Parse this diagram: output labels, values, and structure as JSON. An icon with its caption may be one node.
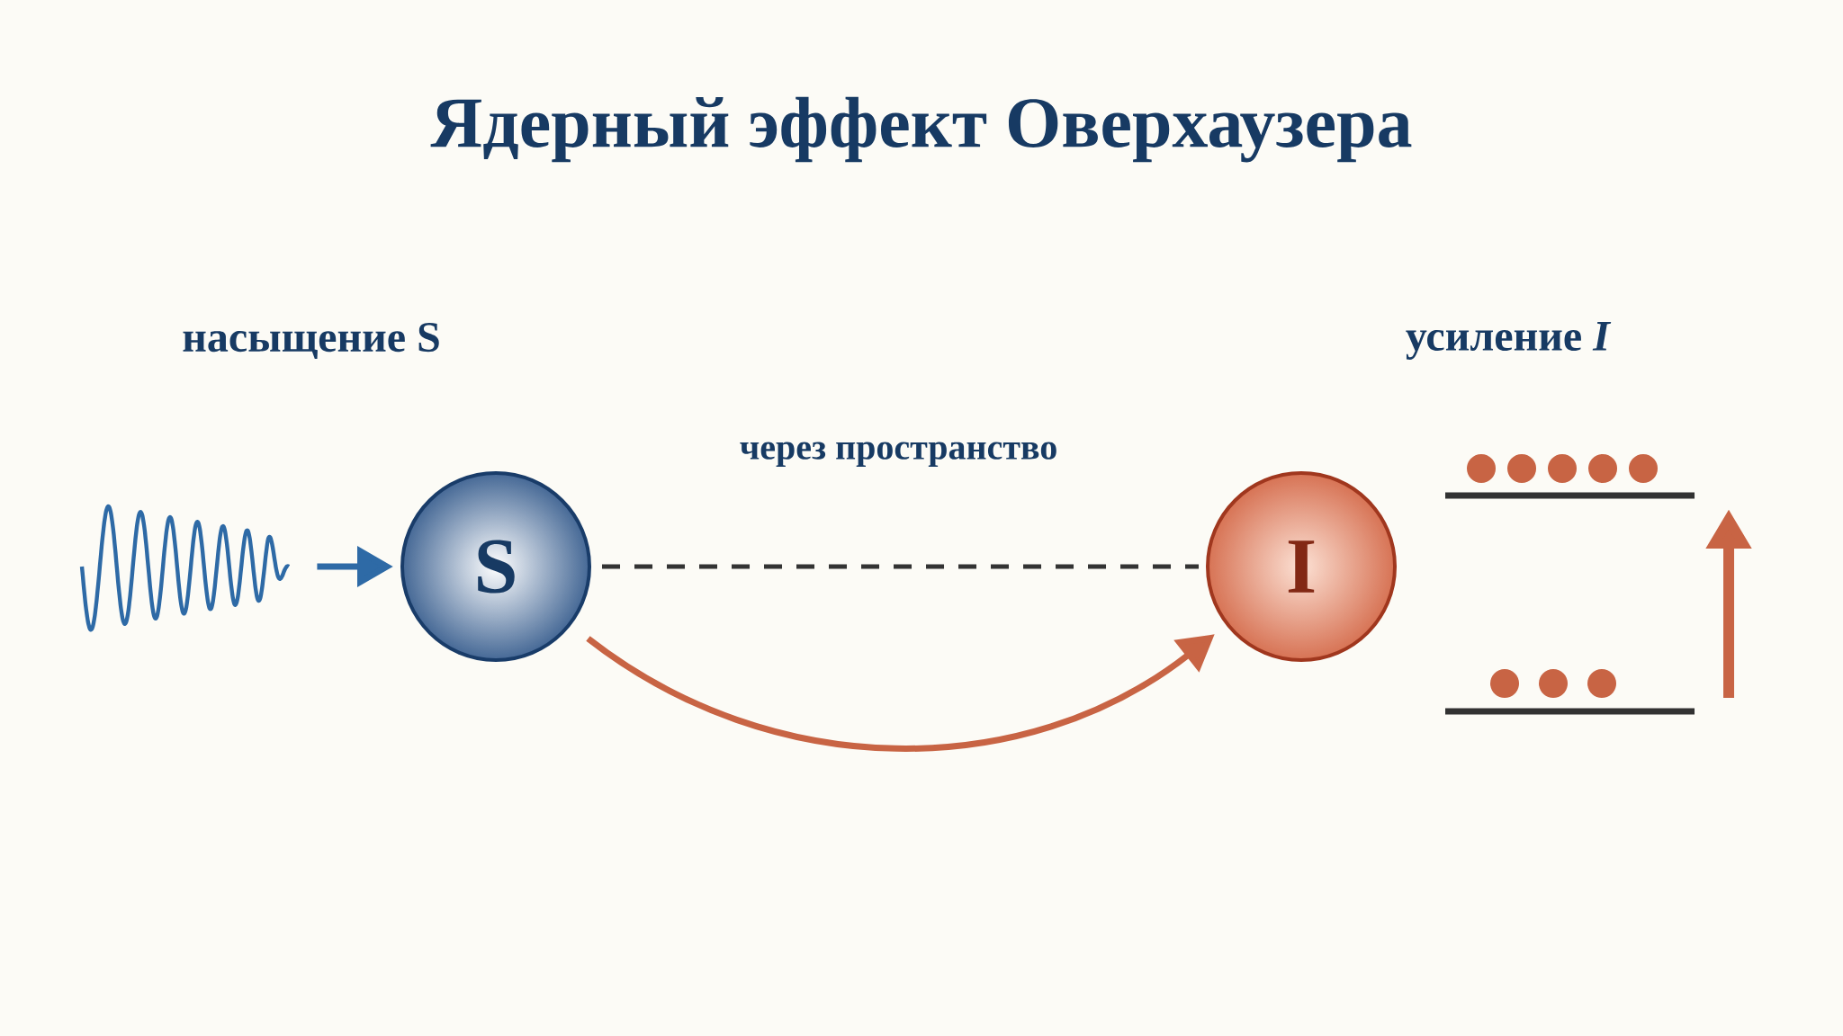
{
  "diagram": {
    "title": "Ядерный эффект Оверхаузера",
    "nodes": [
      {
        "text": [],
        "shape": "wave"
      },
      {
        "text": [
          "S"
        ]
      },
      {
        "text": [
          "I"
        ]
      }
    ],
    "edges": [
      {
        "from": 0,
        "to": 1,
        "arrow": "to",
        "color": "#2e6aa6"
      },
      {
        "from": 1,
        "to": 2,
        "arrow": "none",
        "style": "dashed",
        "color": "#333333",
        "label": "через пространство"
      },
      {
        "from": 1,
        "to": 2,
        "arrow": "to",
        "color": "#c86444"
      }
    ],
    "labels": [
      "насыщение S",
      "усиление *I*"
    ]
  }
}
